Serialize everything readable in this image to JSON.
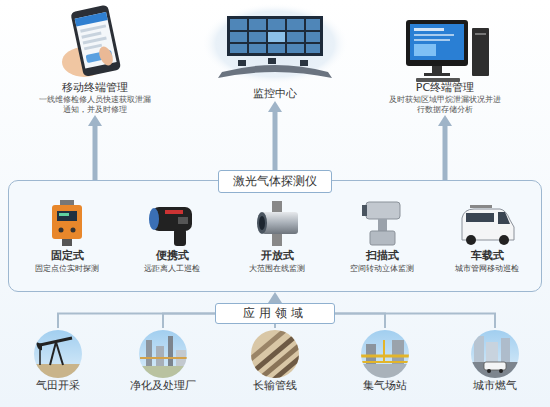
{
  "diagram": {
    "nodes": [
      {
        "text": [
          "移动终端管理",
          "一线维修检修人员快速获取泄漏通知，并及时修理"
        ]
      },
      {
        "text": [
          "监控中心"
        ]
      },
      {
        "text": [
          "PC终端管理",
          "及时获知区域甲烷泄漏状况并进行数据存储分析"
        ]
      },
      {
        "text": [
          "激光气体探测仪"
        ]
      },
      {
        "text": [
          "固定式",
          "固定点位实时探测"
        ],
        "in": 3
      },
      {
        "text": [
          "便携式",
          "远距离人工巡检"
        ],
        "in": 3
      },
      {
        "text": [
          "开放式",
          "大范围在线监测"
        ],
        "in": 3
      },
      {
        "text": [
          "扫描式",
          "空间转动立体监测"
        ],
        "in": 3
      },
      {
        "text": [
          "车载式",
          "城市管网移动巡检"
        ],
        "in": 3
      },
      {
        "text": [
          "应用领域"
        ]
      },
      {
        "text": [
          "气田开采"
        ]
      },
      {
        "text": [
          "净化及处理厂"
        ]
      },
      {
        "text": [
          "长输管线"
        ]
      },
      {
        "text": [
          "集气场站"
        ]
      },
      {
        "text": [
          "城市燃气"
        ]
      }
    ],
    "edges": [
      {
        "from": 3,
        "to": 0,
        "arrow": "to"
      },
      {
        "from": 3,
        "to": 1,
        "arrow": "to"
      },
      {
        "from": 3,
        "to": 2,
        "arrow": "to"
      },
      {
        "from": 9,
        "to": 3,
        "arrow": "to"
      },
      {
        "from": 10,
        "to": 9,
        "arrow": "none"
      },
      {
        "from": 11,
        "to": 9,
        "arrow": "none"
      },
      {
        "from": 12,
        "to": 9,
        "arrow": "none"
      },
      {
        "from": 13,
        "to": 9,
        "arrow": "none"
      },
      {
        "from": 14,
        "to": 9,
        "arrow": "none"
      }
    ]
  }
}
